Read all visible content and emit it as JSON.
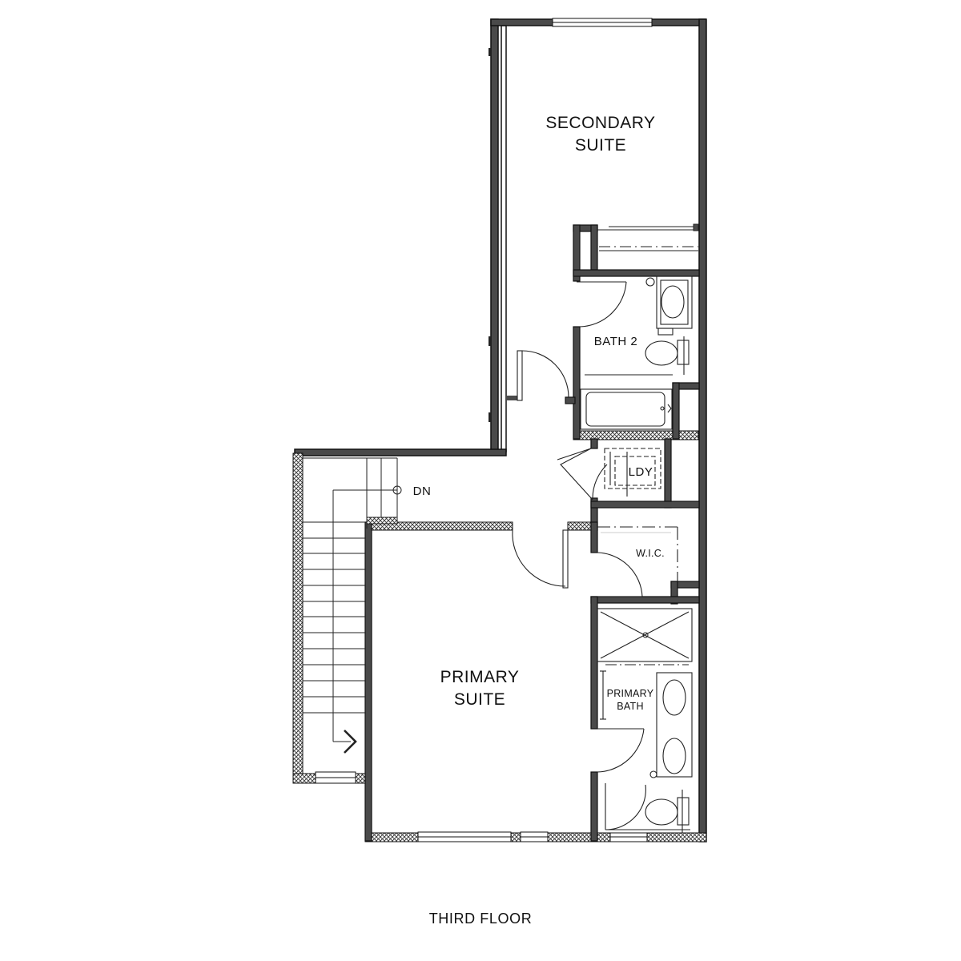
{
  "floor_title": "THIRD FLOOR",
  "rooms": {
    "secondary_suite": {
      "line1": "SECONDARY",
      "line2": "SUITE"
    },
    "bath_2": "BATH 2",
    "laundry": "LDY",
    "walk_in_closet": "W.I.C.",
    "primary_suite": {
      "line1": "PRIMARY",
      "line2": "SUITE"
    },
    "primary_bath": {
      "line1": "PRIMARY",
      "line2": "BATH"
    }
  },
  "stair_label": "DN",
  "colors": {
    "wall": "#4a4a4a",
    "wall_outline": "#111111",
    "line": "#222222"
  }
}
